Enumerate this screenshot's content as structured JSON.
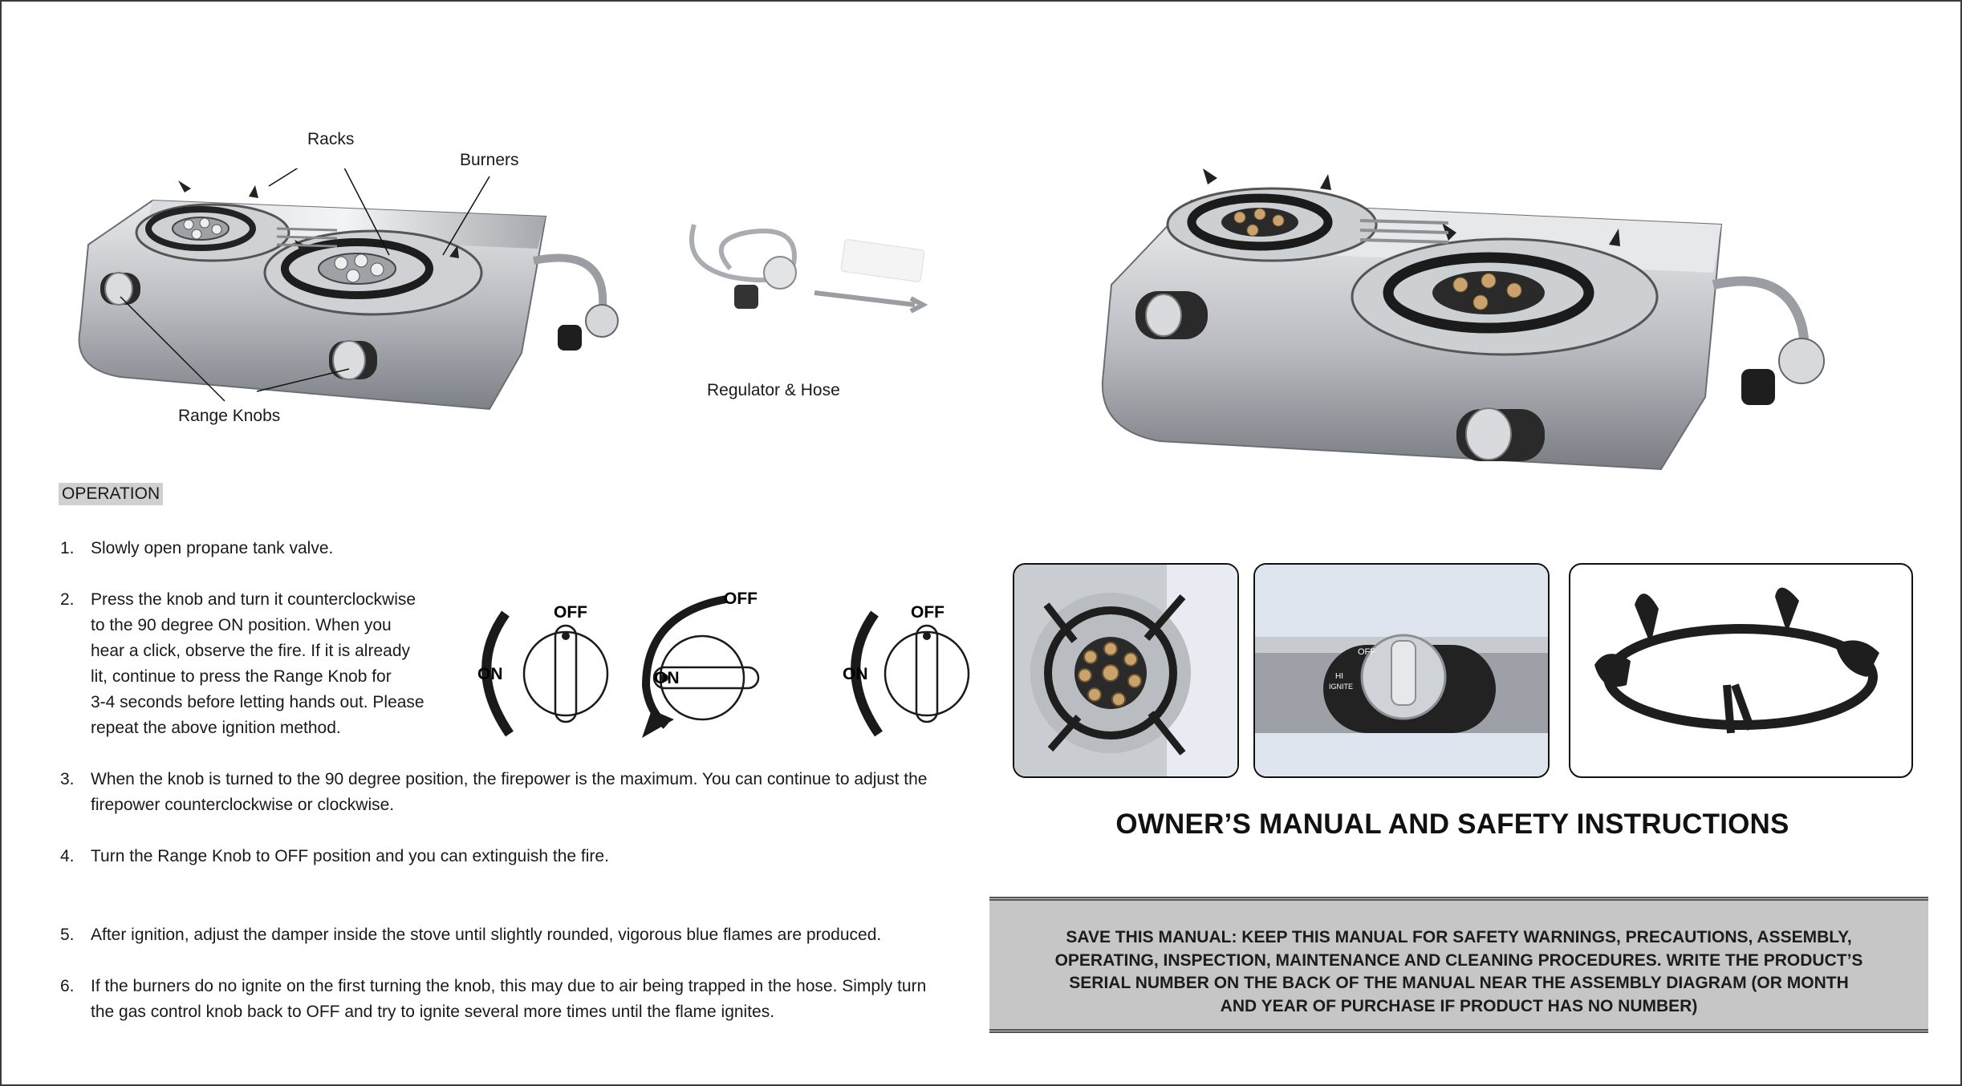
{
  "diagram_labels": {
    "racks": "Racks",
    "burners": "Burners",
    "range_knobs": "Range Knobs",
    "regulator_hose": "Regulator & Hose"
  },
  "operation": {
    "heading": "OPERATION",
    "steps": [
      {
        "num": "1.",
        "lines": [
          "Slowly open propane tank valve."
        ]
      },
      {
        "num": "2.",
        "lines": [
          "Press the knob and turn it counterclockwise",
          "to the 90 degree ON position. When you",
          "hear a click, observe the fire. If it is already",
          "lit, continue to press the Range Knob  for",
          "3-4 seconds before letting hands out. Please",
          "repeat the above ignition method."
        ]
      },
      {
        "num": "3.",
        "lines": [
          "When the knob is turned to the 90 degree position, the firepower is the maximum. You can continue to adjust the",
          "firepower counterclockwise or clockwise."
        ]
      },
      {
        "num": "4.",
        "lines": [
          "Turn the Range Knob  to OFF position and you can extinguish the fire."
        ]
      },
      {
        "num": "5.",
        "lines": [
          "After ignition, adjust the damper inside the stove until slightly rounded, vigorous blue flames are produced."
        ]
      },
      {
        "num": "6.",
        "lines": [
          "If the burners do no ignite on the first turning the knob, this may due to air being trapped in the hose. Simply turn",
          "the gas control knob back to OFF and try to ignite several more times until the flame ignites."
        ]
      }
    ]
  },
  "knob_diagram": {
    "off": "OFF",
    "on": "ON"
  },
  "thumb_knob": {
    "off": "OFF",
    "hi": "HI",
    "ignite": "IGNITE"
  },
  "manual_title": "OWNER’S MANUAL AND SAFETY INSTRUCTIONS",
  "notice_lines": [
    "SAVE THIS MANUAL: KEEP THIS MANUAL FOR  SAFETY WARNINGS, PRECAUTIONS, ASSEMBLY,",
    "OPERATING, INSPECTION, MAINTENANCE AND CLEANING PROCEDURES. WRITE THE PRODUCT’S",
    "SERIAL NUMBER ON THE BACK OF THE MANUAL NEAR THE ASSEMBLY DIAGRAM (OR MONTH",
    "AND YEAR OF PURCHASE IF PRODUCT HAS NO NUMBER)"
  ]
}
